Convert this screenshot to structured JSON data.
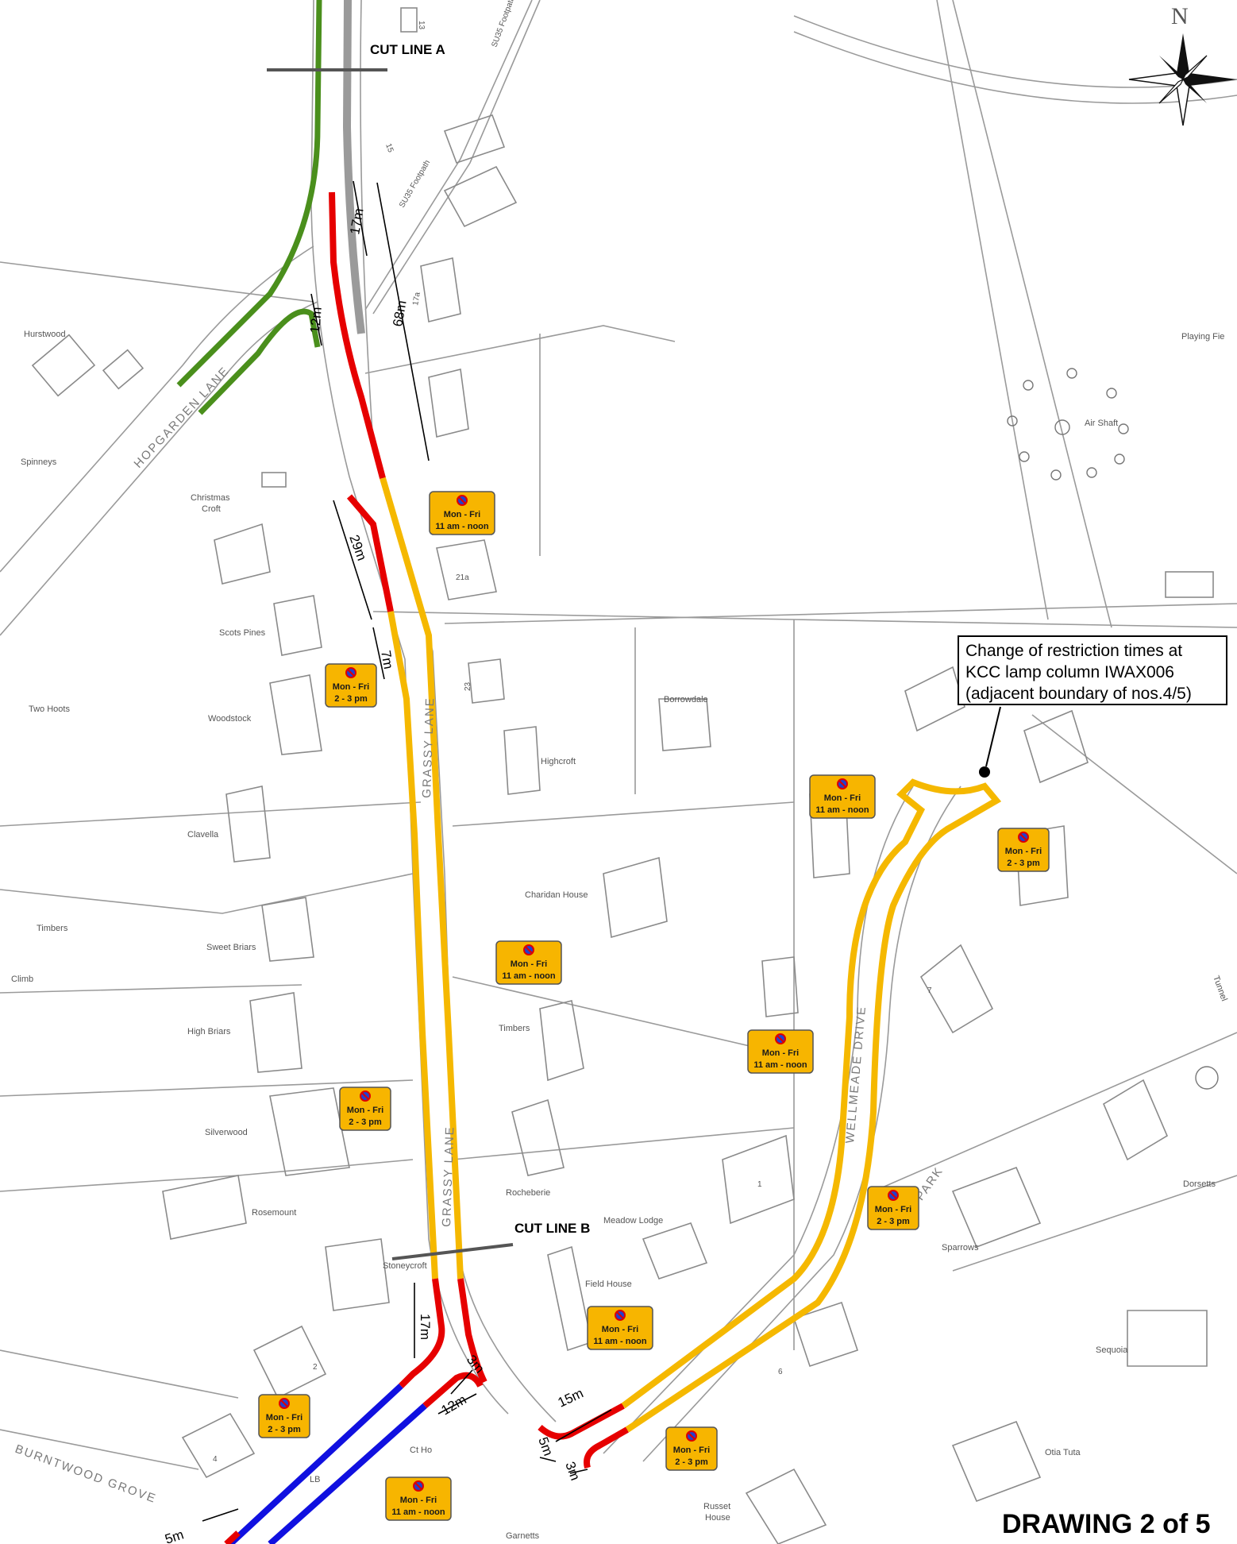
{
  "title": "DRAWING 2 of 5",
  "north_label": "N",
  "cut_lines": {
    "a": "CUT LINE A",
    "b": "CUT LINE B"
  },
  "callout": {
    "lines": [
      "Change of restriction times at",
      "KCC lamp column IWAX006",
      "(adjacent boundary of nos.4/5)"
    ]
  },
  "roads": {
    "grassy_lane": "GRASSY LANE",
    "hopgarden_lane": "HOPGARDEN LANE",
    "wellmeade_drive": "WELLMEADE DRIVE",
    "burntwood_grove": "BURNTWOOD GROVE",
    "park_fragment": "N PARK",
    "footpath": "SU35 Footpath"
  },
  "places": {
    "hurstwood": "Hurstwood",
    "spinneys": "Spinneys",
    "christmas": "Christmas",
    "croft": "Croft",
    "scots_pines": "Scots Pines",
    "two_hoots": "Two Hoots",
    "woodstock": "Woodstock",
    "clavella": "Clavella",
    "timbers_w": "Timbers",
    "climb": "Climb",
    "sweet_briars": "Sweet Briars",
    "high_briars": "High Briars",
    "silverwood": "Silverwood",
    "rosemount": "Rosemount",
    "stoneycroft": "Stoneycroft",
    "borrowdale": "Borrowdale",
    "highcroft": "Highcroft",
    "charidan_house": "Charidan House",
    "timbers_e": "Timbers",
    "rocheberie": "Rocheberie",
    "meadow_lodge": "Meadow Lodge",
    "field_house": "Field House",
    "ct_ho": "Ct Ho",
    "lb": "LB",
    "garnetts": "Garnetts",
    "russet": "Russet",
    "house": "House",
    "otia_tuta": "Otia Tuta",
    "sequoia": "Sequoia",
    "sparrows": "Sparrows",
    "dorsetts": "Dorsetts",
    "playing_field": "Playing Fie",
    "air_shaft": "Air Shaft",
    "tunnel": "Tunnel",
    "n13": "13",
    "n15": "15",
    "n17a": "17a",
    "n21a": "21a",
    "n23": "23",
    "n1": "1",
    "n2": "2",
    "n4": "4",
    "n6": "6",
    "n7": "7"
  },
  "dimensions": {
    "d17m_top": "17m",
    "d68m": "68m",
    "d12m_top": "12m",
    "d29m": "29m",
    "d7m": "7m",
    "d17m_bottom": "17m",
    "d3m_a": "3m",
    "d12m_bottom": "12m",
    "d15m": "15m",
    "d5m": "5m",
    "d3m_b": "3m",
    "d5m_edge": "5m"
  },
  "signs": {
    "s1": {
      "day": "Mon - Fri",
      "time": "11 am - noon"
    },
    "s2": {
      "day": "Mon - Fri",
      "time": "2 - 3 pm"
    },
    "s3": {
      "day": "Mon - Fri",
      "time": "11 am - noon"
    },
    "s4": {
      "day": "Mon - Fri",
      "time": "2 - 3 pm"
    },
    "s5": {
      "day": "Mon - Fri",
      "time": "11 am - noon"
    },
    "s6": {
      "day": "Mon - Fri",
      "time": "11 am - noon"
    },
    "s7": {
      "day": "Mon - Fri",
      "time": "2 - 3 pm"
    },
    "s8": {
      "day": "Mon - Fri",
      "time": "2 - 3 pm"
    },
    "s9": {
      "day": "Mon - Fri",
      "time": "11 am - noon"
    },
    "s10": {
      "day": "Mon - Fri",
      "time": "2 - 3 pm"
    },
    "s11": {
      "day": "Mon - Fri",
      "time": "2 - 3 pm"
    },
    "s12": {
      "day": "Mon - Fri",
      "time": "11 am - noon"
    }
  },
  "colors": {
    "single_yellow": "#f5b800",
    "double_red": "#e60000",
    "green": "#4a8f1c",
    "grey": "#9a9a9a",
    "blue": "#1010e0",
    "sign_fill": "#f7b500"
  }
}
